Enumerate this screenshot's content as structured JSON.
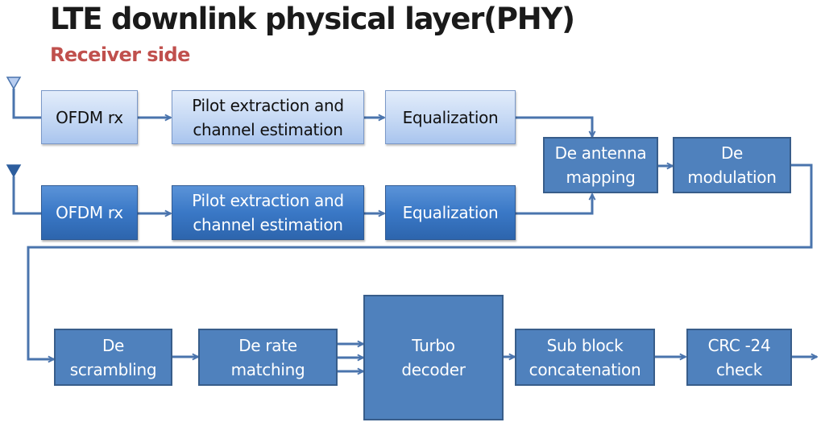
{
  "header": {
    "title": "LTE downlink physical layer(PHY)",
    "subtitle": "Receiver side"
  },
  "colors": {
    "subtitle": "#c0504d",
    "block_fill": "#4f81bd",
    "block_border": "#385d8a",
    "wire": "#4a74ad"
  },
  "antennas": [
    {
      "name": "antenna-1",
      "style": "outline"
    },
    {
      "name": "antenna-2",
      "style": "filled"
    }
  ],
  "chain1": {
    "ofdm": {
      "line1": "OFDM rx"
    },
    "pilot": {
      "line1": "Pilot extraction and",
      "line2": "channel estimation"
    },
    "eq": {
      "line1": "Equalization"
    }
  },
  "chain2": {
    "ofdm": {
      "line1": "OFDM rx"
    },
    "pilot": {
      "line1": "Pilot extraction and",
      "line2": "channel estimation"
    },
    "eq": {
      "line1": "Equalization"
    }
  },
  "merge": {
    "antenna_mapping": {
      "line1": "De antenna",
      "line2": "mapping"
    },
    "modulation": {
      "line1": "De",
      "line2": "modulation"
    }
  },
  "decode": {
    "scrambling": {
      "line1": "De",
      "line2": "scrambling"
    },
    "rate_matching": {
      "line1": "De rate",
      "line2": "matching"
    },
    "turbo": {
      "line1": "Turbo",
      "line2": "decoder"
    },
    "subblock": {
      "line1": "Sub block",
      "line2": "concatenation"
    },
    "crc": {
      "line1": "CRC -24",
      "line2": "check"
    }
  }
}
